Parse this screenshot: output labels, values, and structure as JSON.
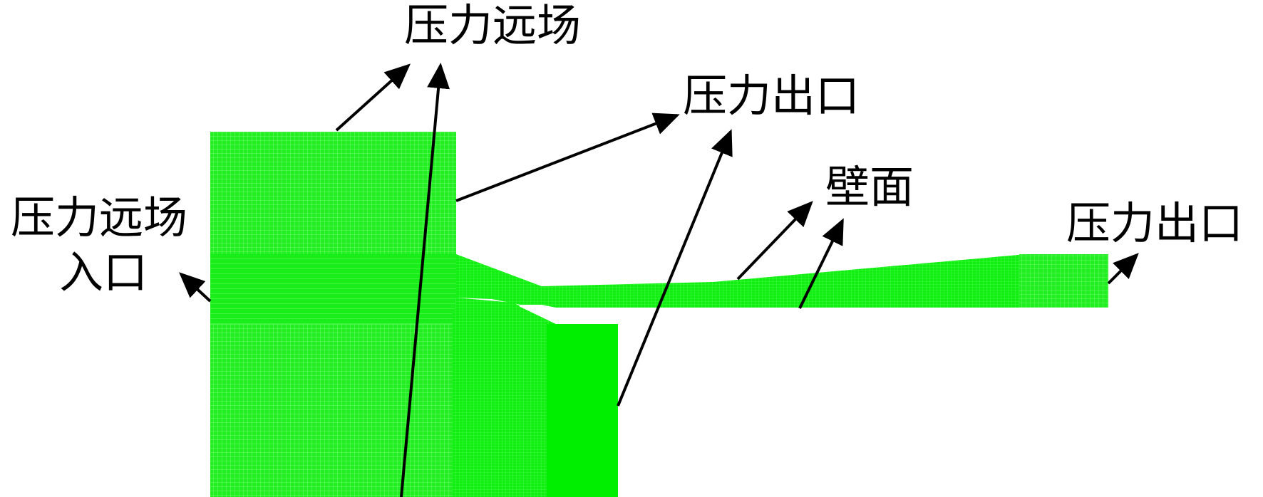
{
  "labels": {
    "top_far_field": "压力远场",
    "pressure_outlet_1": "压力出口",
    "wall": "壁面",
    "left_far_field": "压力远场",
    "left_inlet": "入口",
    "pressure_outlet_2": "压力出口"
  },
  "colors": {
    "mesh_fill": "#22ee22",
    "mesh_dense": "#00ee00",
    "mesh_line": "#7fff7f",
    "arrow": "#000000",
    "background": "#ffffff"
  }
}
